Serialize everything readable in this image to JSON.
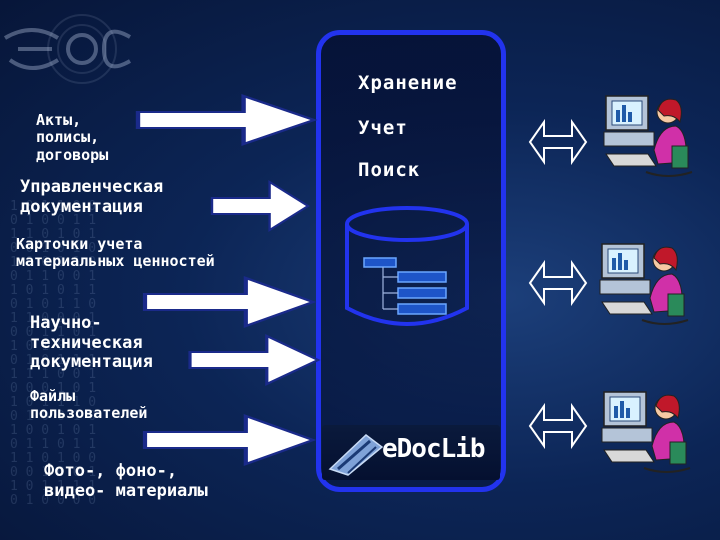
{
  "left_items": [
    {
      "id": "acts",
      "lines": [
        "Акты,",
        "полисы,",
        "договоры"
      ]
    },
    {
      "id": "management",
      "lines": [
        "Управленческая",
        "документация"
      ]
    },
    {
      "id": "cards",
      "lines": [
        "Карточки учета",
        "материальных ценностей"
      ]
    },
    {
      "id": "scitech",
      "lines": [
        "Научно-",
        "техническая",
        "документация"
      ]
    },
    {
      "id": "userfiles",
      "lines": [
        "Файлы",
        "пользователей"
      ]
    },
    {
      "id": "media",
      "lines": [
        "Фото-, фоно-,",
        "видео- материалы"
      ]
    }
  ],
  "functions": {
    "storage": "Хранение",
    "accounting": "Учет",
    "search": "Поиск"
  },
  "logo": {
    "text": "eDocLib"
  },
  "colors": {
    "accent_border": "#2233ee",
    "arrow_fill": "#ffffff",
    "arrow_stroke": "#1a2a8a",
    "background": "#0c2556"
  }
}
